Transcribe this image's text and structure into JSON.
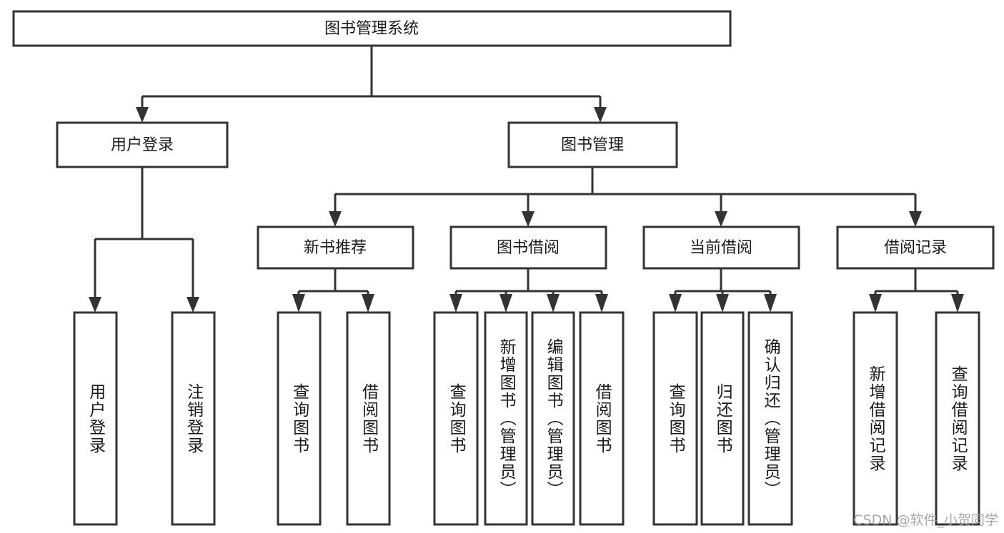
{
  "diagram": {
    "title": "图书管理系统",
    "type": "tree",
    "orientation": "top-down",
    "watermark": "CSDN @软件_小贺同学",
    "colors": {
      "background": "#ffffff",
      "box_fill": "#ffffff",
      "box_stroke": "#333333",
      "text": "#1a1a1a",
      "watermark": "#a8a8a8"
    },
    "root": {
      "id": "root",
      "label": "图书管理系统"
    },
    "level2": [
      {
        "id": "user-login",
        "label": "用户登录"
      },
      {
        "id": "book-manage",
        "label": "图书管理"
      }
    ],
    "level3": [
      {
        "id": "new-book-recommend",
        "label": "新书推荐",
        "parent": "book-manage"
      },
      {
        "id": "book-borrow",
        "label": "图书借阅",
        "parent": "book-manage"
      },
      {
        "id": "current-borrow",
        "label": "当前借阅",
        "parent": "book-manage"
      },
      {
        "id": "borrow-record",
        "label": "借阅记录",
        "parent": "book-manage"
      }
    ],
    "leaves": {
      "user-login": [
        {
          "id": "leaf-user-login",
          "label": "用户登录"
        },
        {
          "id": "leaf-logout",
          "label": "注销登录"
        }
      ],
      "new-book-recommend": [
        {
          "id": "leaf-query-book-1",
          "label": "查询图书"
        },
        {
          "id": "leaf-borrow-book-1",
          "label": "借阅图书"
        }
      ],
      "book-borrow": [
        {
          "id": "leaf-query-book-2",
          "label": "查询图书"
        },
        {
          "id": "leaf-add-book",
          "label": "新增图书（管理员）"
        },
        {
          "id": "leaf-edit-book",
          "label": "编辑图书（管理员）"
        },
        {
          "id": "leaf-borrow-book-2",
          "label": "借阅图书"
        }
      ],
      "current-borrow": [
        {
          "id": "leaf-query-book-3",
          "label": "查询图书"
        },
        {
          "id": "leaf-return-book",
          "label": "归还图书"
        },
        {
          "id": "leaf-confirm-return",
          "label": "确认归还（管理员）"
        }
      ],
      "borrow-record": [
        {
          "id": "leaf-add-record",
          "label": "新增借阅记录"
        },
        {
          "id": "leaf-query-record",
          "label": "查询借阅记录"
        }
      ]
    }
  }
}
